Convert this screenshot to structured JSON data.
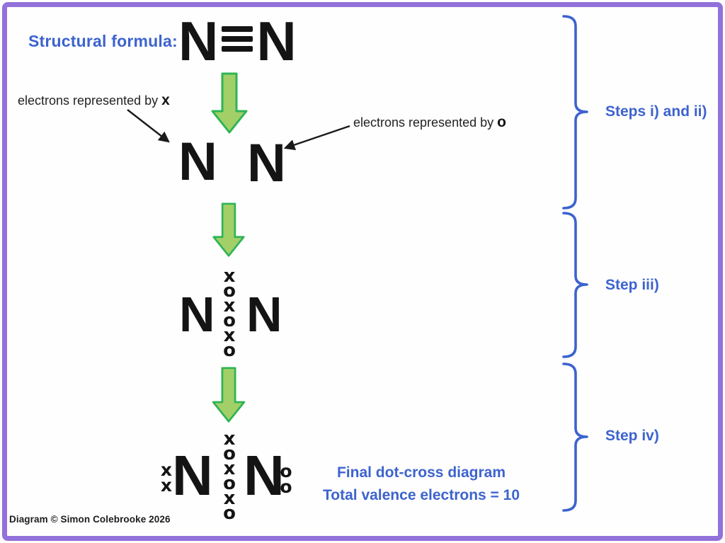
{
  "header": {
    "structural_formula_label": "Structural formula:"
  },
  "molecule": {
    "left_atom": "N",
    "right_atom": "N"
  },
  "annotations": {
    "left": {
      "text": "electrons represented by",
      "symbol": "x"
    },
    "right": {
      "text": "electrons represented by",
      "symbol": "o"
    }
  },
  "step2": {
    "left_atom": "N",
    "right_atom": "N"
  },
  "step3": {
    "left_atom": "N",
    "right_atom": "N",
    "bond_symbols": [
      "x",
      "o",
      "x",
      "o",
      "x",
      "o"
    ]
  },
  "step4": {
    "left_atom": "N",
    "right_atom": "N",
    "bond_symbols": [
      "x",
      "o",
      "x",
      "o",
      "x",
      "o"
    ],
    "left_lone_pair": [
      "x",
      "x"
    ],
    "right_lone_pair": [
      "o",
      "o"
    ]
  },
  "caption": {
    "line1": "Final dot-cross diagram",
    "line2": "Total valence electrons = 10"
  },
  "steps_legend": [
    {
      "label": "Steps i) and ii)"
    },
    {
      "label": "Step iii)"
    },
    {
      "label": "Step iv)"
    }
  ],
  "footer": {
    "copyright": "Diagram © Simon Colebrooke 2026"
  },
  "colors": {
    "accent_blue": "#3d63ce",
    "border_purple": "#9271db",
    "arrow_fill": "#a2cf68",
    "arrow_stroke": "#2eb454",
    "ink_black": "#141414"
  }
}
